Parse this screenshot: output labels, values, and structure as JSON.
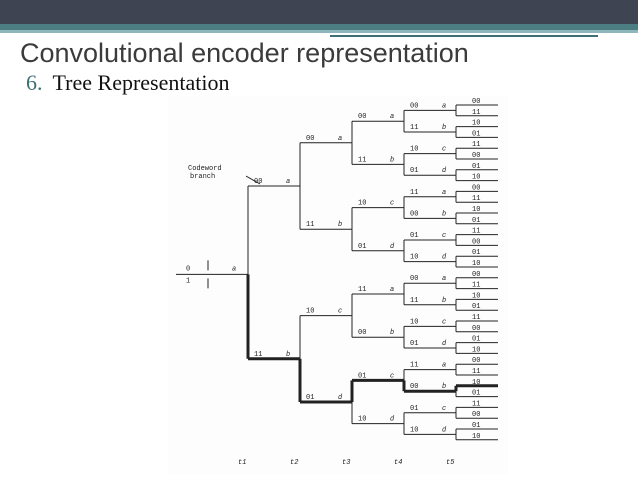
{
  "slide": {
    "title": "Convolutional encoder representation",
    "subtitle_number": "6.",
    "subtitle_text": "Tree Representation"
  },
  "diagram": {
    "codeword_label": "Codeword",
    "branch_label": "branch",
    "input_zero": "0",
    "input_one": "1",
    "root_state": "a",
    "level1": [
      {
        "code": "00",
        "state": "a"
      },
      {
        "code": "11",
        "state": "b"
      }
    ],
    "level2": [
      {
        "code": "00",
        "state": "a"
      },
      {
        "code": "11",
        "state": "b"
      },
      {
        "code": "10",
        "state": "c"
      },
      {
        "code": "01",
        "state": "d"
      }
    ],
    "level3": [
      {
        "code": "00",
        "state": "a"
      },
      {
        "code": "11",
        "state": "b"
      },
      {
        "code": "10",
        "state": "c"
      },
      {
        "code": "01",
        "state": "d"
      },
      {
        "code": "11",
        "state": "a"
      },
      {
        "code": "00",
        "state": "b"
      },
      {
        "code": "01",
        "state": "c"
      },
      {
        "code": "10",
        "state": "d"
      }
    ],
    "level4": [
      {
        "code": "00",
        "state": "a"
      },
      {
        "code": "11",
        "state": "b"
      },
      {
        "code": "10",
        "state": "c"
      },
      {
        "code": "01",
        "state": "d"
      },
      {
        "code": "11",
        "state": "a"
      },
      {
        "code": "00",
        "state": "b"
      },
      {
        "code": "01",
        "state": "c"
      },
      {
        "code": "10",
        "state": "d"
      },
      {
        "code": "00",
        "state": "a"
      },
      {
        "code": "11",
        "state": "b"
      },
      {
        "code": "10",
        "state": "c"
      },
      {
        "code": "01",
        "state": "d"
      },
      {
        "code": "11",
        "state": "a"
      },
      {
        "code": "00",
        "state": "b"
      },
      {
        "code": "01",
        "state": "c"
      },
      {
        "code": "10",
        "state": "d"
      }
    ],
    "leaves": [
      "00",
      "11",
      "10",
      "01",
      "11",
      "00",
      "01",
      "10",
      "00",
      "11",
      "10",
      "01",
      "11",
      "00",
      "01",
      "10",
      "00",
      "11",
      "10",
      "01",
      "11",
      "00",
      "01",
      "10",
      "00",
      "11",
      "10",
      "01",
      "11",
      "00",
      "01",
      "10"
    ],
    "time_labels": [
      "t1",
      "t2",
      "t3",
      "t4",
      "t5"
    ],
    "highlighted_path": [
      1,
      1,
      0,
      1,
      0
    ]
  }
}
